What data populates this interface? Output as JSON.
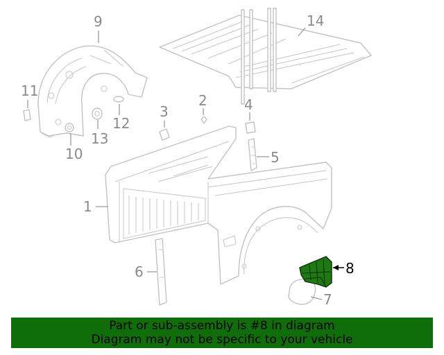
{
  "callouts": {
    "n1": "1",
    "n2": "2",
    "n3": "3",
    "n4": "4",
    "n5": "5",
    "n6": "6",
    "n7": "7",
    "n8": "8",
    "n9": "9",
    "n10": "10",
    "n11": "11",
    "n12": "12",
    "n13": "13",
    "n14": "14"
  },
  "highlight": {
    "part_number": "8",
    "color": "#1e7a10"
  },
  "banner": {
    "line1": "Part or sub-assembly is #8 in diagram",
    "line2": "Diagram may not be specific to your vehicle",
    "background": "#0f6e0a"
  }
}
